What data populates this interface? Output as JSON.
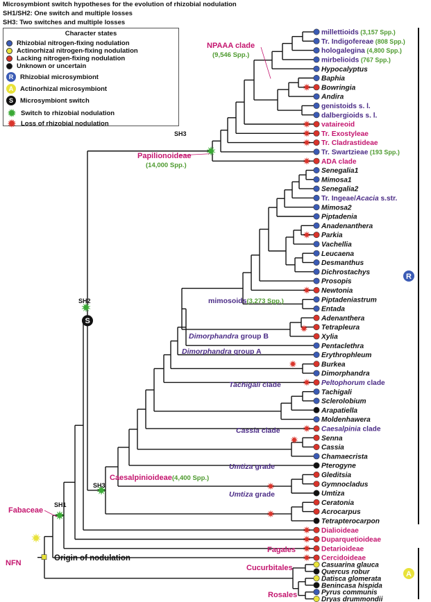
{
  "header": {
    "line1": "Microsymbiont switch hypotheses for the evolution of rhizobial nodulation",
    "line2": "SH1/SH2: One switch and multiple losses",
    "line3": "SH3: Two switches and multiple losses"
  },
  "legend": {
    "title": "Character states",
    "items": [
      {
        "label": "Rhizobial nitrogen-fixing nodulation",
        "kind": "dot",
        "color": "#3b5bb5"
      },
      {
        "label": "Actinorhizal nitrogen-fixing nodulation",
        "kind": "dot",
        "color": "#e8e23a"
      },
      {
        "label": "Lacking nitrogen-fixing nodulation",
        "kind": "dot",
        "color": "#d9342b"
      },
      {
        "label": "Unknown or uncertain",
        "kind": "dot",
        "color": "#111111"
      },
      {
        "label": "Rhizobial microsymbiont",
        "kind": "circle",
        "letter": "R",
        "color": "#3b5bb5"
      },
      {
        "label": "Actinorhizal microsymbiont",
        "kind": "circle",
        "letter": "A",
        "color": "#e8e23a"
      },
      {
        "label": "Microsymbiont switch",
        "kind": "circle",
        "letter": "S",
        "color": "#111111"
      },
      {
        "label": "Switch to rhizobial nodulation",
        "kind": "star",
        "icon": "green-star-icon",
        "color": "#3aa935"
      },
      {
        "label": "Loss of rhizobial nodulation",
        "kind": "star",
        "icon": "red-star-icon",
        "color": "#d9342b"
      }
    ]
  },
  "colors": {
    "blue": "#3b5bb5",
    "yellow": "#e8e23a",
    "red": "#d9342b",
    "black": "#111111",
    "green": "#3aa935",
    "magenta": "#c4166f",
    "purple": "#4b2c86",
    "greentext": "#4e9a2f"
  },
  "taxa": [
    {
      "parts": [
        {
          "t": "millettioids",
          "s": "p"
        },
        {
          "t": " (3,157 Spp.)",
          "s": "g"
        }
      ],
      "state": "blue"
    },
    {
      "parts": [
        {
          "t": "Tr. Indigofereae",
          "s": "p"
        },
        {
          "t": " (808 Spp.)",
          "s": "g"
        }
      ],
      "state": "blue"
    },
    {
      "parts": [
        {
          "t": "hologalegina",
          "s": "p"
        },
        {
          "t": " (4,800 Spp.)",
          "s": "g"
        }
      ],
      "state": "blue"
    },
    {
      "parts": [
        {
          "t": "mirbelioids",
          "s": "p"
        },
        {
          "t": " (767 Spp.)",
          "s": "g"
        }
      ],
      "state": "blue"
    },
    {
      "parts": [
        {
          "t": "Hypocalyptus",
          "s": "i"
        }
      ],
      "state": "blue"
    },
    {
      "parts": [
        {
          "t": "Baphia",
          "s": "i"
        }
      ],
      "state": "blue"
    },
    {
      "parts": [
        {
          "t": "Bowringia",
          "s": "i"
        }
      ],
      "state": "red",
      "loss": true
    },
    {
      "parts": [
        {
          "t": "Andira",
          "s": "i"
        }
      ],
      "state": "blue"
    },
    {
      "parts": [
        {
          "t": "genistoids s. l.",
          "s": "p"
        }
      ],
      "state": "blue"
    },
    {
      "parts": [
        {
          "t": "dalbergioids s. l.",
          "s": "p"
        }
      ],
      "state": "blue"
    },
    {
      "parts": [
        {
          "t": "vataireoid",
          "s": "m"
        }
      ],
      "state": "red",
      "loss": true
    },
    {
      "parts": [
        {
          "t": "Tr. Exostyleae",
          "s": "m"
        }
      ],
      "state": "red",
      "loss": true
    },
    {
      "parts": [
        {
          "t": "Tr. Cladrastideae",
          "s": "m"
        }
      ],
      "state": "red",
      "loss": true
    },
    {
      "parts": [
        {
          "t": "Tr. Swartzieae",
          "s": "p"
        },
        {
          "t": " (193 Spp.)",
          "s": "g"
        }
      ],
      "state": "blue"
    },
    {
      "parts": [
        {
          "t": "ADA clade",
          "s": "m"
        }
      ],
      "state": "red",
      "loss": true
    },
    {
      "parts": [
        {
          "t": "Senegalia1",
          "s": "i"
        }
      ],
      "state": "blue"
    },
    {
      "parts": [
        {
          "t": "Mimosa1",
          "s": "i"
        }
      ],
      "state": "blue"
    },
    {
      "parts": [
        {
          "t": "Senegalia2",
          "s": "i"
        }
      ],
      "state": "blue"
    },
    {
      "parts": [
        {
          "t": "Tr. Ingeae/",
          "s": "p"
        },
        {
          "t": "Acacia",
          "s": "pi"
        },
        {
          "t": " s.str.",
          "s": "p"
        }
      ],
      "state": "blue"
    },
    {
      "parts": [
        {
          "t": "Mimosa2",
          "s": "i"
        }
      ],
      "state": "blue"
    },
    {
      "parts": [
        {
          "t": "Piptadenia",
          "s": "i"
        }
      ],
      "state": "blue"
    },
    {
      "parts": [
        {
          "t": "Anadenanthera",
          "s": "i"
        }
      ],
      "state": "blue"
    },
    {
      "parts": [
        {
          "t": "Parkia",
          "s": "i"
        }
      ],
      "state": "red",
      "loss": true
    },
    {
      "parts": [
        {
          "t": "Vachellia",
          "s": "i"
        }
      ],
      "state": "blue"
    },
    {
      "parts": [
        {
          "t": "Leucaena",
          "s": "i"
        }
      ],
      "state": "blue"
    },
    {
      "parts": [
        {
          "t": "Desmanthus",
          "s": "i"
        }
      ],
      "state": "blue"
    },
    {
      "parts": [
        {
          "t": "Dichrostachys",
          "s": "i"
        }
      ],
      "state": "blue"
    },
    {
      "parts": [
        {
          "t": "Prosopis",
          "s": "i"
        }
      ],
      "state": "blue"
    },
    {
      "parts": [
        {
          "t": "Newtonia",
          "s": "i"
        }
      ],
      "state": "red",
      "loss": true
    },
    {
      "parts": [
        {
          "t": "Piptadeniastrum",
          "s": "i"
        }
      ],
      "state": "blue"
    },
    {
      "parts": [
        {
          "t": "Entada",
          "s": "i"
        }
      ],
      "state": "blue"
    },
    {
      "parts": [
        {
          "t": "Adenanthera",
          "s": "i"
        }
      ],
      "state": "red"
    },
    {
      "parts": [
        {
          "t": "Tetrapleura",
          "s": "i"
        }
      ],
      "state": "red"
    },
    {
      "parts": [
        {
          "t": "Xylia",
          "s": "i"
        }
      ],
      "state": "red"
    },
    {
      "parts": [
        {
          "t": "Pentaclethra",
          "s": "i"
        }
      ],
      "state": "blue"
    },
    {
      "parts": [
        {
          "t": "Erythrophleum",
          "s": "i"
        }
      ],
      "state": "blue"
    },
    {
      "parts": [
        {
          "t": "Burkea",
          "s": "i"
        }
      ],
      "state": "red"
    },
    {
      "parts": [
        {
          "t": "Dimorphandra",
          "s": "i"
        }
      ],
      "state": "blue"
    },
    {
      "parts": [
        {
          "t": "Peltophorum",
          "s": "pi"
        },
        {
          "t": " clade",
          "s": "p"
        }
      ],
      "state": "red",
      "loss": true
    },
    {
      "parts": [
        {
          "t": "Tachigali",
          "s": "i"
        }
      ],
      "state": "blue"
    },
    {
      "parts": [
        {
          "t": "Sclerolobium",
          "s": "i"
        }
      ],
      "state": "blue"
    },
    {
      "parts": [
        {
          "t": "Arapatiella",
          "s": "i"
        }
      ],
      "state": "black"
    },
    {
      "parts": [
        {
          "t": "Moldenhawera",
          "s": "i"
        }
      ],
      "state": "blue"
    },
    {
      "parts": [
        {
          "t": "Caesalpinia",
          "s": "pi"
        },
        {
          "t": " clade",
          "s": "p"
        }
      ],
      "state": "red",
      "loss": true
    },
    {
      "parts": [
        {
          "t": "Senna",
          "s": "i"
        }
      ],
      "state": "red"
    },
    {
      "parts": [
        {
          "t": "Cassia",
          "s": "i"
        }
      ],
      "state": "red"
    },
    {
      "parts": [
        {
          "t": "Chamaecrista",
          "s": "i"
        }
      ],
      "state": "blue"
    },
    {
      "parts": [
        {
          "t": "Pterogyne",
          "s": "i"
        }
      ],
      "state": "black"
    },
    {
      "parts": [
        {
          "t": "Gleditsia",
          "s": "i"
        }
      ],
      "state": "red"
    },
    {
      "parts": [
        {
          "t": "Gymnocladus",
          "s": "i"
        }
      ],
      "state": "red"
    },
    {
      "parts": [
        {
          "t": "Umtiza",
          "s": "i"
        }
      ],
      "state": "black"
    },
    {
      "parts": [
        {
          "t": "Ceratonia",
          "s": "i"
        }
      ],
      "state": "red"
    },
    {
      "parts": [
        {
          "t": "Acrocarpus",
          "s": "i"
        }
      ],
      "state": "red"
    },
    {
      "parts": [
        {
          "t": "Tetrapterocarpon",
          "s": "i"
        }
      ],
      "state": "black"
    },
    {
      "parts": [
        {
          "t": "Dialioideae",
          "s": "m"
        }
      ],
      "state": "red",
      "loss": true
    },
    {
      "parts": [
        {
          "t": "Duparquetioideae",
          "s": "m"
        }
      ],
      "state": "red",
      "loss": true
    },
    {
      "parts": [
        {
          "t": "Detarioideae",
          "s": "m"
        }
      ],
      "state": "red",
      "loss": true
    },
    {
      "parts": [
        {
          "t": "Cercidoideae",
          "s": "m"
        }
      ],
      "state": "red",
      "loss": true
    },
    {
      "parts": [
        {
          "t": "Casuarina glauca",
          "s": "i"
        }
      ],
      "state": "yellow"
    },
    {
      "parts": [
        {
          "t": "Quercus robur",
          "s": "i"
        }
      ],
      "state": "black"
    },
    {
      "parts": [
        {
          "t": "Datisca glomerata",
          "s": "i"
        }
      ],
      "state": "yellow"
    },
    {
      "parts": [
        {
          "t": "Benincasa hispida",
          "s": "i"
        }
      ],
      "state": "black"
    },
    {
      "parts": [
        {
          "t": "Pyrus communis",
          "s": "i"
        }
      ],
      "state": "blue"
    },
    {
      "parts": [
        {
          "t": "Dryas drummondii",
          "s": "i"
        }
      ],
      "state": "yellow"
    }
  ],
  "labels": {
    "npaaa": "NPAAA clade",
    "npaaa_n": "(9,546 Spp.)",
    "papil": "Papilionoideae",
    "papil_n": "(14,000 Spp.)",
    "mimosoids": "mimosoids",
    "mimosoids_n": "(3,273 Spp.)",
    "dimB_i": "Dimorphandra",
    "dimB": " group B",
    "dimA_i": "Dimorphandra",
    "dimA": " group A",
    "tach_i": "Tachigali",
    "tach": " clade",
    "cassia_i": "Cassia",
    "cassia": " clade",
    "umtiza1_i": "Umtiza",
    "umtiza1": " grade",
    "umtiza2_i": "Umtiza",
    "umtiza2": " grade",
    "caesal": "Caesalpinioideae",
    "caesal_n": "(4,400 Spp.)",
    "fabaceae": "Fabaceae",
    "nfn": "NFN",
    "origin": "Origin of nodulation",
    "fagales": "Fagales",
    "cucurbitales": "Cucurbitales",
    "rosales": "Rosales",
    "sh1": "SH1",
    "sh2": "SH2",
    "sh3a": "SH3",
    "sh3b": "SH3",
    "R": "R",
    "A": "A",
    "S": "S"
  }
}
